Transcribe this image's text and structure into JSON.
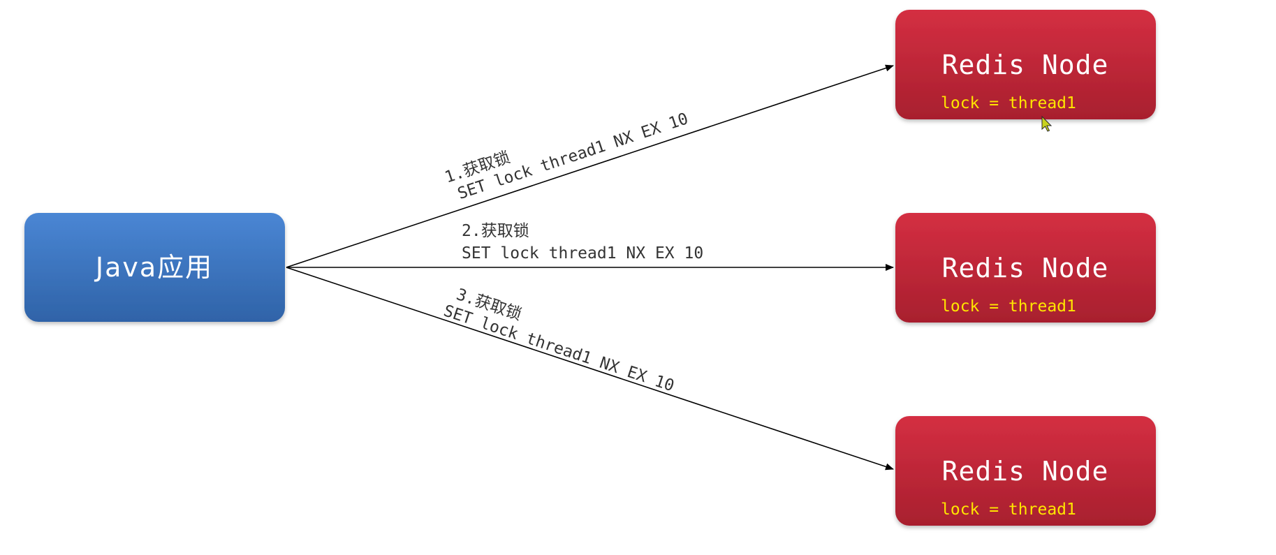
{
  "java_app": {
    "label": "Java应用"
  },
  "redis_nodes": [
    {
      "title": "Redis Node",
      "value": "lock = thread1"
    },
    {
      "title": "Redis Node",
      "value": "lock = thread1"
    },
    {
      "title": "Redis Node",
      "value": "lock = thread1"
    }
  ],
  "requests": [
    {
      "step": "1.获取锁",
      "command": "SET lock thread1 NX EX 10"
    },
    {
      "step": "2.获取锁",
      "command": "SET lock thread1 NX EX 10"
    },
    {
      "step": "3.获取锁",
      "command": "SET lock thread1 NX EX 10"
    }
  ],
  "colors": {
    "java_box": "#3b73bd",
    "redis_box": "#c0283a",
    "lock_text": "#ffe600"
  },
  "icons": {
    "cursor": "mouse-pointer-icon"
  }
}
